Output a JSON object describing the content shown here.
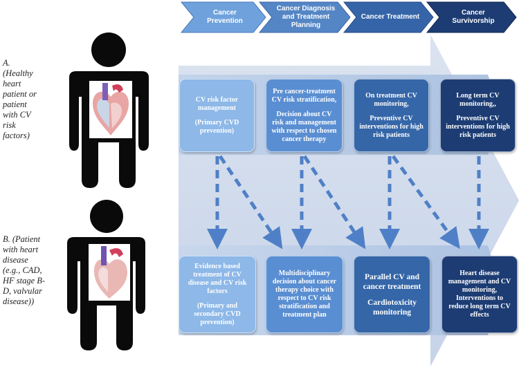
{
  "phases": [
    {
      "label": "Cancer Prevention",
      "color": "#6fa2dd"
    },
    {
      "label": "Cancer Diagnosis\nand Treatment\nPlanning",
      "color": "#5486c6"
    },
    {
      "label": "Cancer Treatment",
      "color": "#3565a8"
    },
    {
      "label": "Cancer\nSurvivorship",
      "color": "#1c3c73"
    }
  ],
  "rows": {
    "a": {
      "label": "A.\n(Healthy\nheart\npatient or\npatient\nwith CV\nrisk\nfactors)",
      "boxes": [
        {
          "lines": [
            "CV risk factor management",
            "(Primary CVD prevention)"
          ],
          "color": "#8db8e8"
        },
        {
          "lines": [
            "Pre cancer-treatment CV risk stratification,",
            "Decision about CV risk and management with respect to chosen cancer therapy"
          ],
          "color": "#5a8ed2"
        },
        {
          "lines": [
            "On treatment CV monitoring,",
            "Preventive CV interventions for high risk patients"
          ],
          "color": "#3566a8"
        },
        {
          "lines": [
            "Long term CV monitoring,,",
            "Preventive CV interventions for high risk patients"
          ],
          "color": "#1c3c73"
        }
      ]
    },
    "b": {
      "label": "B.  (Patient\nwith heart\ndisease\n(e.g., CAD,\nHF stage B-\nD, valvular\ndisease))",
      "boxes": [
        {
          "lines": [
            "Evidence based treatment of CV disease and CV risk factors",
            "(Primary and secondary CVD prevention)"
          ],
          "color": "#8db8e8"
        },
        {
          "lines": [
            "Multidisciplinary decision about cancer therapy choice with respect to CV risk stratification and treatment plan"
          ],
          "color": "#5a8ed2"
        },
        {
          "lines": [
            "Parallel CV  and cancer treatment",
            "Cardiotoxicity monitoring"
          ],
          "color": "#3566a8"
        },
        {
          "lines": [
            "Heart disease management and CV monitoring, Interventions to reduce long term CV effects"
          ],
          "color": "#1c3c73"
        }
      ]
    }
  },
  "colors": {
    "big_arrow": "#cfd9ea",
    "band": "#b8cbe5",
    "dashed_arrow": "#4f80c7",
    "figure": "#0a0a0a"
  }
}
